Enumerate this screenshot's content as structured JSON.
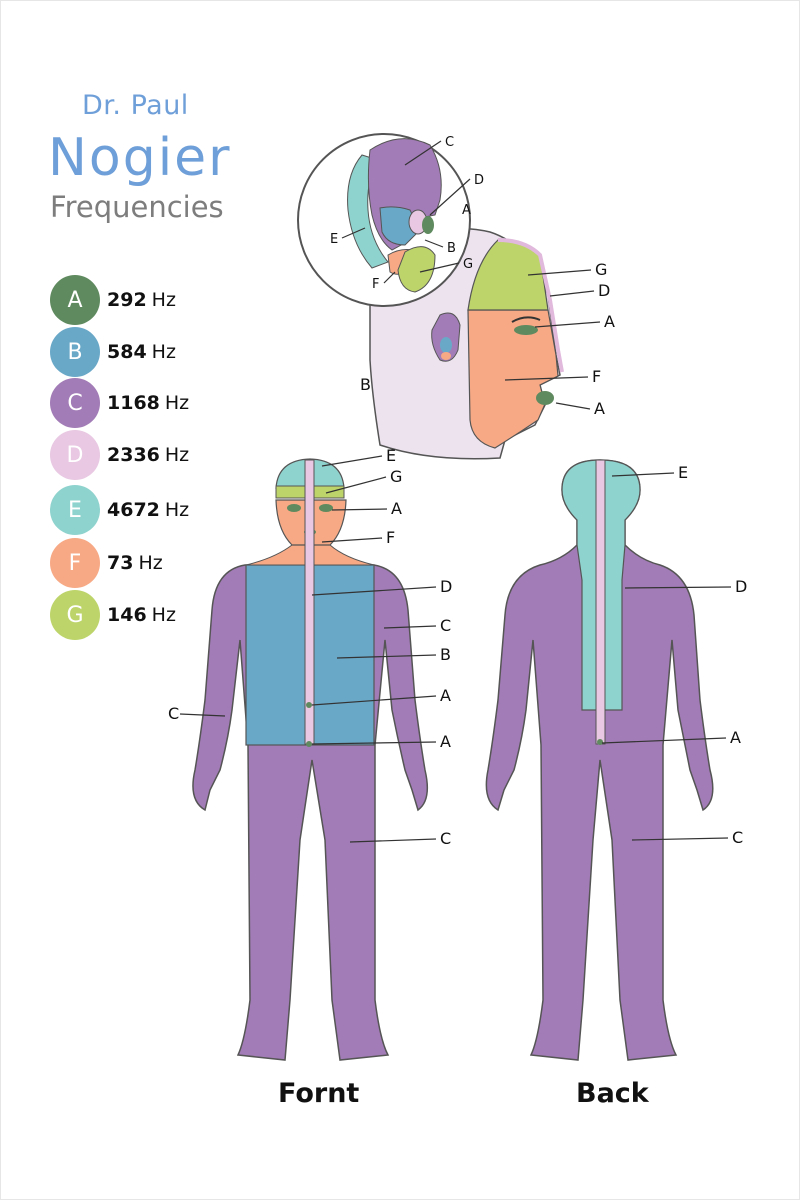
{
  "title": {
    "line1": "Dr. Paul",
    "line2": "Nogier",
    "line3": "Frequencies"
  },
  "legend": [
    {
      "letter": "A",
      "hz": "292",
      "unit": "Hz",
      "color": "#5f8a5f"
    },
    {
      "letter": "B",
      "hz": "584",
      "unit": "Hz",
      "color": "#6aa8c8"
    },
    {
      "letter": "C",
      "hz": "1168",
      "unit": "Hz",
      "color": "#a27cb6"
    },
    {
      "letter": "D",
      "hz": "2336",
      "unit": "Hz",
      "color": "#e8c8e2"
    },
    {
      "letter": "E",
      "hz": "4672",
      "unit": "Hz",
      "color": "#8fd3ce"
    },
    {
      "letter": "F",
      "hz": "73",
      "unit": "Hz",
      "color": "#f7a985"
    },
    {
      "letter": "G",
      "hz": "146",
      "unit": "Hz",
      "color": "#bdd46a"
    }
  ],
  "captions": {
    "front": "Fornt",
    "back": "Back"
  },
  "labels": {
    "ear": [
      "C",
      "D",
      "A",
      "E",
      "B",
      "G",
      "F"
    ],
    "head": [
      "G",
      "D",
      "A",
      "F",
      "A",
      "B"
    ],
    "front": [
      "E",
      "G",
      "A",
      "F",
      "D",
      "C",
      "B",
      "A",
      "A",
      "C",
      "C"
    ],
    "back": [
      "E",
      "D",
      "A",
      "C"
    ]
  }
}
